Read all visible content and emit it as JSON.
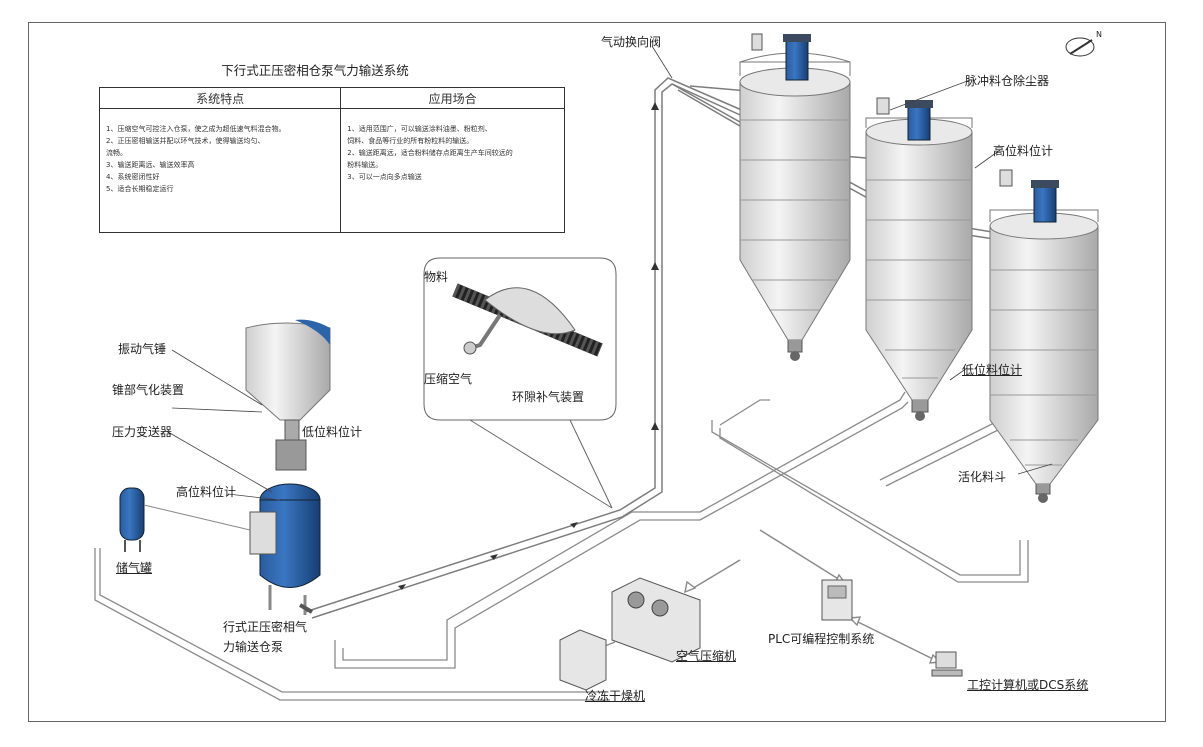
{
  "title": "下行式正压密相仓泵气力输送系统",
  "table": {
    "col1_header": "系统特点",
    "col2_header": "应用场合",
    "col1_items": [
      "1、压缩空气可控注入仓泵，使之成为超低速气料混合物。",
      "2、正压密相输送并配以环气技术，使得输送均匀、",
      "    流畅。",
      "3、输送距离远、输送效率高",
      "4、系统密闭性好",
      "5、适合长期稳定运行"
    ],
    "col2_items": [
      "1、适用范围广，可以输送涂料油墨、粉粒剂、",
      "    饲料、食品等行业的所有粉粒料的输送。",
      "2、输送距离远，适合粉料储存点距离生产车间较远的",
      "    粉料输送。",
      "3、可以一点向多点输送"
    ]
  },
  "labels": {
    "pneumatic_valve": "气动换向阀",
    "pulse_dust": "脉冲料仓除尘器",
    "high_level_right": "高位料位计",
    "low_level_right": "低位料位计",
    "activation_hopper": "活化料斗",
    "material": "物料",
    "compressed_air": "压缩空气",
    "ring_gap": "环隙补气装置",
    "vibration_hammer": "振动气锤",
    "cone_aeration": "锥部气化装置",
    "low_level_left": "低位料位计",
    "pressure_transmitter": "压力变送器",
    "high_level_left": "高位料位计",
    "air_tank": "储气罐",
    "pump_line1": "行式正压密相气",
    "pump_line2": "力输送仓泵",
    "air_compressor": "空气压缩机",
    "plc": "PLC可编程控制系统",
    "dryer": "冷冻干燥机",
    "ipc": "工控计算机或DCS系统",
    "compass_n": "N"
  },
  "colors": {
    "accent_blue": "#1f4e8c",
    "pipe": "#9a9a9a",
    "silo_body": "#e6e6e6",
    "silo_shade": "#b9b9b9"
  }
}
